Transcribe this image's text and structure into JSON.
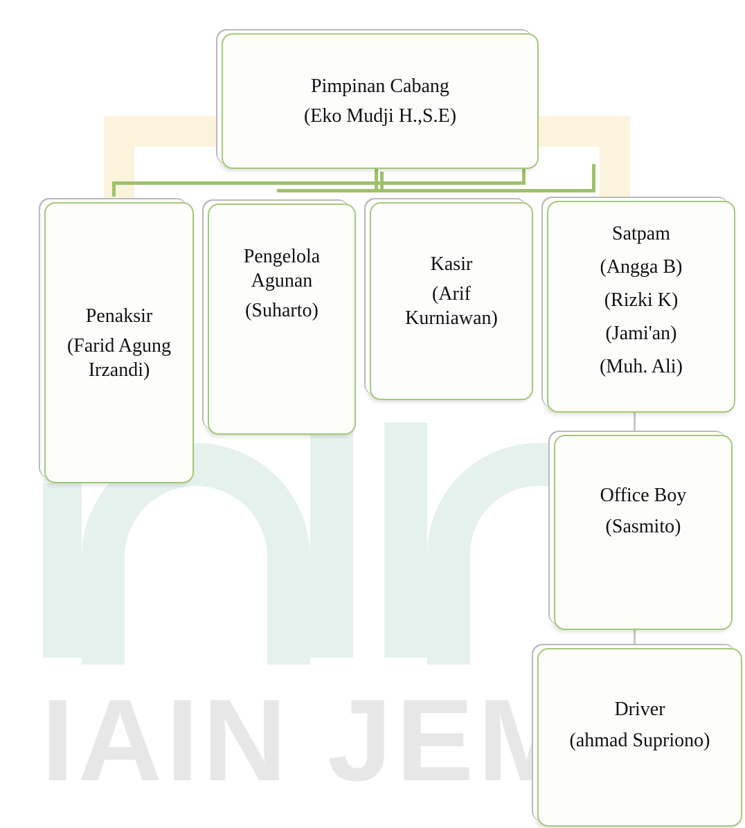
{
  "nodes": {
    "root": {
      "role": "Pimpinan Cabang",
      "lines": [
        "(Eko Mudji H.,S.E)"
      ]
    },
    "penaksir": {
      "role": "Penaksir",
      "lines": [
        "(Farid Agung",
        "Irzandi)"
      ]
    },
    "agunan": {
      "role_lines": [
        "Pengelola",
        "Agunan"
      ],
      "lines": [
        "(Suharto)"
      ]
    },
    "kasir": {
      "role": "Kasir",
      "lines": [
        "(Arif",
        "Kurniawan)"
      ]
    },
    "satpam": {
      "role": "Satpam",
      "lines": [
        "(Angga B)",
        "(Rizki K)",
        "(Jami'an)",
        "(Muh. Ali)"
      ]
    },
    "office": {
      "role": "Office Boy",
      "lines": [
        "(Sasmito)"
      ]
    },
    "driver": {
      "role": "Driver",
      "lines": [
        "(ahmad Supriono)"
      ]
    }
  },
  "watermark": {
    "text": "IAIN JEMB"
  },
  "colors": {
    "node_border": "#a3c977",
    "connector": "#9dc26b",
    "watermark_green": "#e5f1ec",
    "watermark_yellow": "#fbf3dc"
  }
}
